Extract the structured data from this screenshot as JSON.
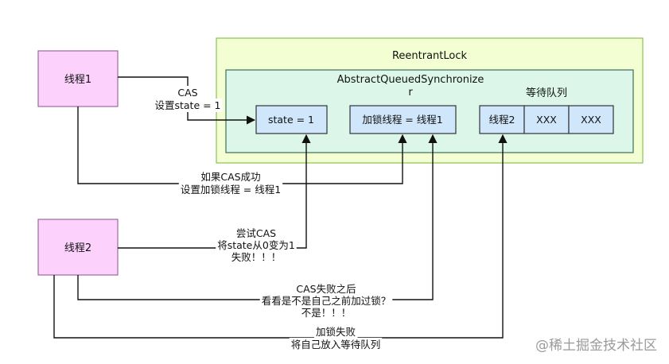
{
  "colors": {
    "outer_fill": "#f3ffd2",
    "outer_stroke": "#8cc152",
    "inner_fill": "#dcf7ea",
    "inner_stroke": "#3c6e5a",
    "thread_fill": "#fcd2fc",
    "thread_stroke": "#9a6a9a",
    "node_fill": "#cfe6fb",
    "node_stroke": "#333333",
    "line": "#111111"
  },
  "containers": {
    "reentrant_lock": "ReentrantLock",
    "aqs_line1": "AbstractQueuedSynchronize",
    "aqs_line2": "r",
    "wait_queue": "等待队列"
  },
  "nodes": {
    "thread1": "线程1",
    "thread2": "线程2",
    "state": "state = 1",
    "lock_owner": "加锁线程 = 线程1",
    "queue_items": [
      "线程2",
      "XXX",
      "XXX"
    ]
  },
  "edges": {
    "cas": [
      "CAS",
      "设置state = 1"
    ],
    "cas_success": [
      "如果CAS成功",
      "设置加锁线程 = 线程1"
    ],
    "try_cas": [
      "尝试CAS",
      "将state从0变为1",
      "失败！！！"
    ],
    "check_owner": [
      "CAS失败之后",
      "看看是不是自己之前加过锁？",
      "不是！！！"
    ],
    "enqueue": [
      "加锁失败",
      "将自己放入等待队列"
    ]
  },
  "watermark": "@稀土掘金技术社区"
}
